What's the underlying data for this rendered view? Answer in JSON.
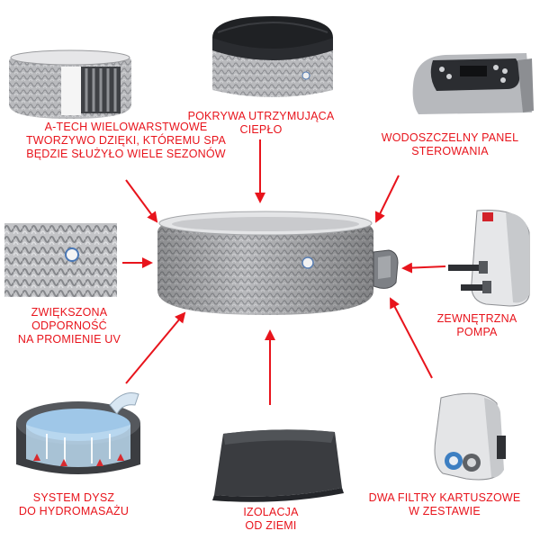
{
  "colors": {
    "accent": "#e8141c",
    "background": "#ffffff"
  },
  "labels": {
    "material": [
      "A-TECH WIELOWARSTWOWE",
      "TWORZYWO DZIĘKI, KTÓREMU SPA",
      "BĘDZIE SŁUŻYŁO WIELE SEZONÓW"
    ],
    "cover": [
      "POKRYWA UTRZYMUJĄCA",
      "CIEPŁO"
    ],
    "panel": [
      "WODOSZCZELNY PANEL",
      "STEROWANIA"
    ],
    "uv": [
      "ZWIĘKSZONA",
      "ODPORNOŚĆ",
      "NA PROMIENIE UV"
    ],
    "pump": [
      "ZEWNĘTRZNA",
      "POMPA"
    ],
    "jets": [
      "SYSTEM DYSZ",
      "DO HYDROMASAŻU"
    ],
    "insulation": [
      "IZOLACJA",
      "OD ZIEMI"
    ],
    "filters": [
      "DWA FILTRY KARTUSZOWE",
      "W ZESTAWIE"
    ]
  }
}
